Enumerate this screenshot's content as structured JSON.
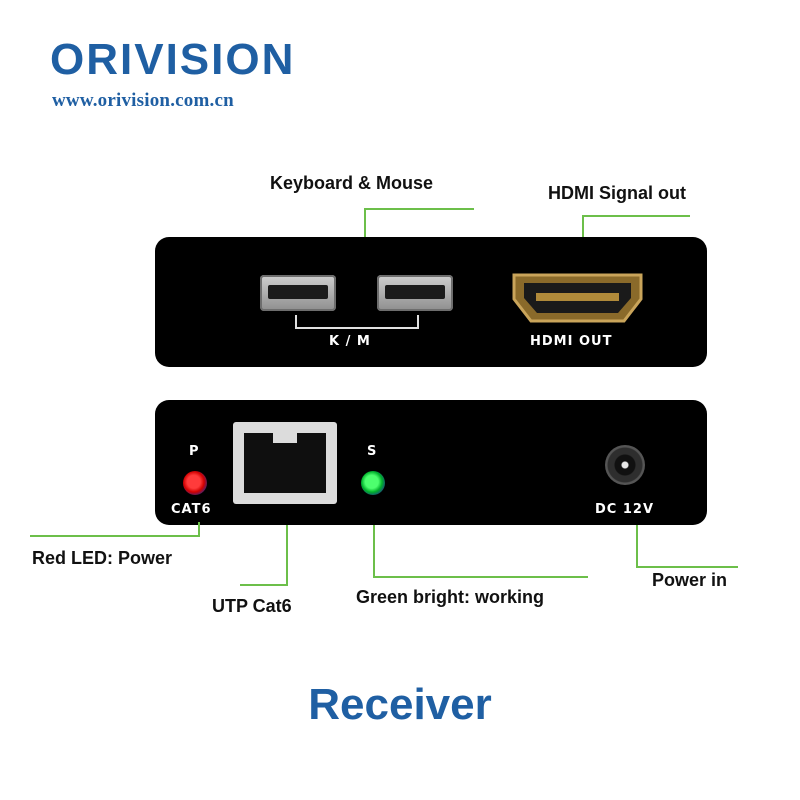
{
  "brand": {
    "logo_text": "ORIVISION",
    "url": "www.orivision.com.cn",
    "color": "#1f5fa3"
  },
  "callouts": {
    "keyboard_mouse": "Keyboard & Mouse",
    "hdmi_signal_out": "HDMI Signal out",
    "red_led_power": "Red LED: Power",
    "utp_cat6": "UTP Cat6",
    "green_bright_working": "Green bright: working",
    "power_in": "Power in"
  },
  "panel_top": {
    "km_label": "K / M",
    "hdmi_label": "HDMI OUT"
  },
  "panel_bottom": {
    "p_label": "P",
    "cat6_label": "CAT6",
    "s_label": "S",
    "dc_label": "DC 12V"
  },
  "title": "Receiver",
  "colors": {
    "leader_line": "#6cbf4a",
    "device_body": "#000000",
    "led_power": "#ff2a2a",
    "led_status": "#29d94a"
  }
}
